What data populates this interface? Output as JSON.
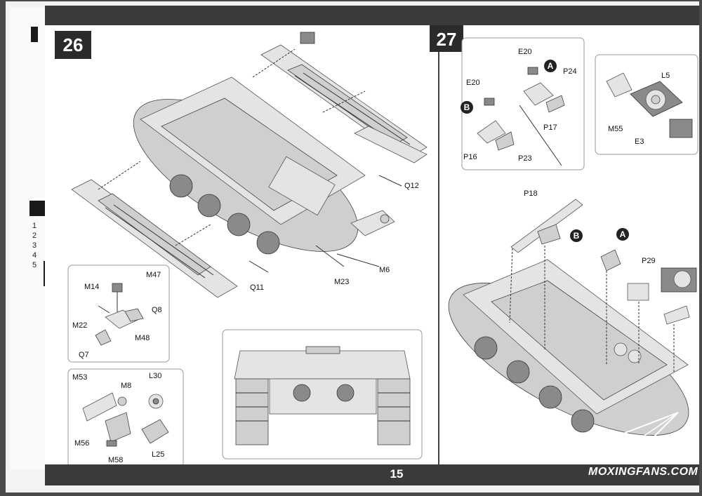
{
  "page_number": "15",
  "watermark": "MOXINGFANS.COM",
  "steps": [
    {
      "number": "26"
    },
    {
      "number": "27"
    }
  ],
  "step26": {
    "labels": {
      "q12": "Q12",
      "m6": "M6",
      "m23": "M23",
      "q11": "Q11"
    },
    "inset1": {
      "m14": "M14",
      "m47": "M47",
      "q8": "Q8",
      "m22": "M22",
      "m48": "M48",
      "q7": "Q7"
    },
    "inset2": {
      "m53": "M53",
      "m8": "M8",
      "l30": "L30",
      "m56": "M56",
      "m58": "M58",
      "l25": "L25"
    }
  },
  "step27": {
    "inset_left": {
      "e20a": "E20",
      "e20b": "E20",
      "p24": "P24",
      "p17": "P17",
      "p16": "P16",
      "p23": "P23"
    },
    "inset_right": {
      "l5": "L5",
      "m55": "M55",
      "e3": "E3"
    },
    "main": {
      "p18": "P18",
      "p29": "P29"
    },
    "markers": {
      "a": "A",
      "b": "B"
    }
  },
  "prev_page": {
    "numbers": [
      "1",
      "2",
      "3",
      "4",
      "5"
    ]
  }
}
